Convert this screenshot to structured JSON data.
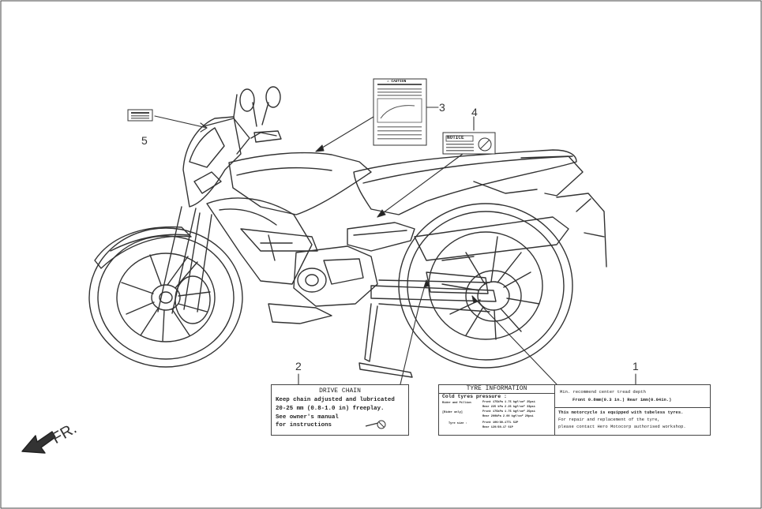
{
  "callouts": [
    "1",
    "2",
    "3",
    "4",
    "5"
  ],
  "direction_label": "FR.",
  "drive_chain_label": {
    "title": "DRIVE CHAIN",
    "line1": "Keep chain adjusted and lubricated",
    "line2": "20-25 mm (0.8-1.0 in) freeplay.",
    "line3": "See owner's manual",
    "line4": "for instructions"
  },
  "tyre_label": {
    "title": "TYRE INFORMATION",
    "subtitle": "Cold tyres pressure :",
    "row1_key": "Rider and Pillion",
    "row1_front": "Front 175kPa 1.75 kgf/cm² 25psi",
    "row1_rear": "Rear  225 kPa 2.25 kgf/cm² 33psi",
    "row2_key": "[Rider only]",
    "row2_front": "Front 175kPa 1.75 kgf/cm² 25psi",
    "row2_rear": "Rear  200kPa 2.00 kgf/cm² 29psi",
    "row3_key": "Tyre size :",
    "row3_front": "Front 100/80-17TL  52P",
    "row3_rear": "Rear  120/80-17   61P",
    "tread_line1": "Min. recommend center tread depth",
    "tread_line2": "Front 0.8mm(0.3 in.)   Rear 1mm(0.04in.)",
    "tubeless_line1": "This motorcycle is equipped with tubeless tyres.",
    "tubeless_line2": "For repair and replacement of the tyre,",
    "tubeless_line3": "please contact Hero Motocorp authorised workshop."
  },
  "notice_label": {
    "title": "NOTICE"
  },
  "caution_label": {
    "title": "⚠ CAUTION"
  }
}
